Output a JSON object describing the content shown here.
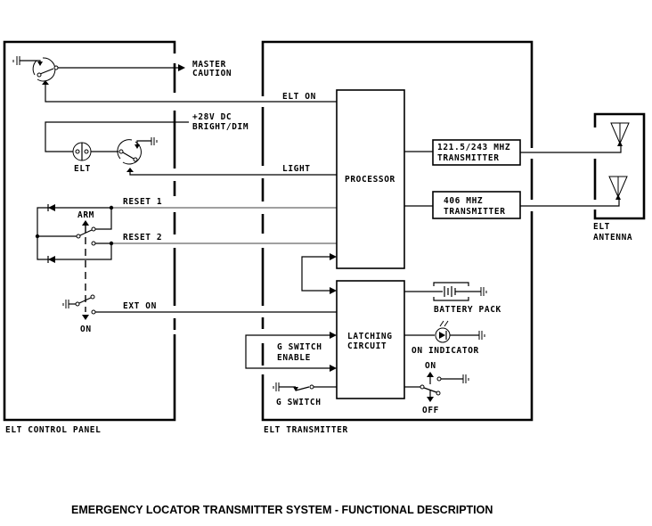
{
  "title": "EMERGENCY LOCATOR TRANSMITTER SYSTEM - FUNCTIONAL DESCRIPTION",
  "panels": {
    "control_panel": "ELT CONTROL PANEL",
    "transmitter": "ELT TRANSMITTER",
    "antenna": [
      "ELT",
      "ANTENNA"
    ]
  },
  "signals": {
    "master_caution": [
      "MASTER",
      "CAUTION"
    ],
    "elt_on": "ELT ON",
    "power": [
      "+28V DC",
      "BRIGHT/DIM"
    ],
    "light": "LIGHT",
    "reset1": "RESET 1",
    "reset2": "RESET 2",
    "ext_on": "EXT ON",
    "g_switch_enable": [
      "G SWITCH",
      "ENABLE"
    ]
  },
  "components": {
    "elt_lamp": "ELT",
    "arm": "ARM",
    "on_ctrl": "ON",
    "processor": "PROCESSOR",
    "latching": [
      "LATCHING",
      "CIRCUIT"
    ],
    "tx1": [
      "121.5/243 MHZ",
      "TRANSMITTER"
    ],
    "tx2": [
      "406 MHZ",
      "TRANSMITTER"
    ],
    "battery": "BATTERY PACK",
    "on_indicator": "ON INDICATOR",
    "g_switch": "G SWITCH",
    "tx_on": "ON",
    "tx_off": "OFF"
  }
}
